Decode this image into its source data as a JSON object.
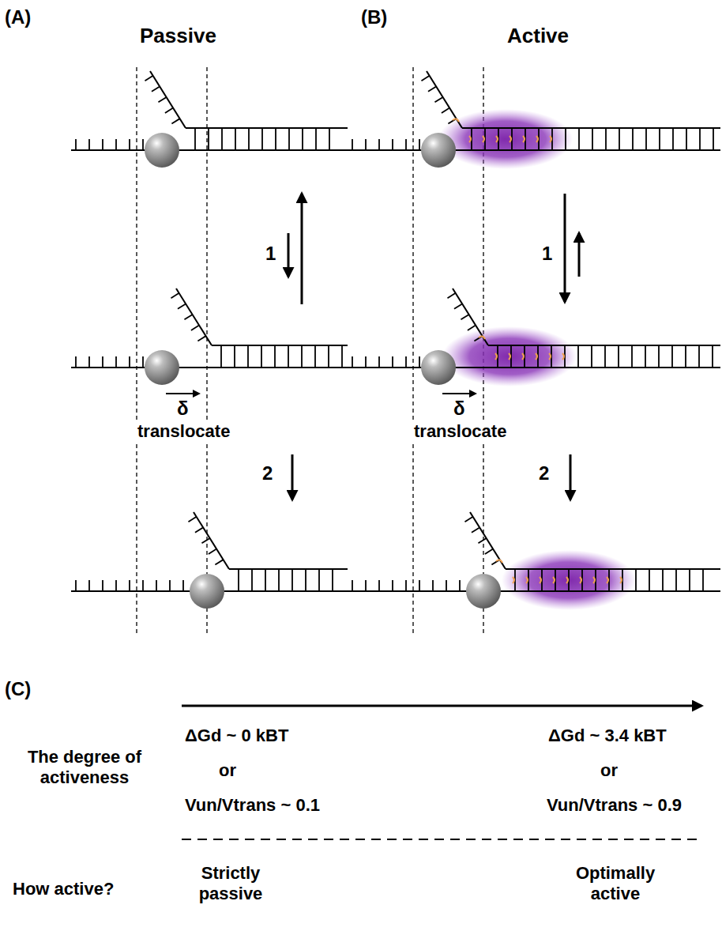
{
  "diagram": {
    "labels": [
      "(A)",
      "Passive",
      "(B)",
      "Active",
      "1",
      "δ",
      "translocate",
      "2",
      "1",
      "δ",
      "translocate",
      "2",
      "(C)",
      "ΔGd ~ 0 kBT",
      "or",
      "Vun/Vtrans ~ 0.1",
      "ΔGd ~ 3.4 kBT",
      "or",
      "Vun/Vtrans ~ 0.9",
      "The degree of activeness",
      "How active?",
      "Strictly passive",
      "Optimally active"
    ]
  }
}
